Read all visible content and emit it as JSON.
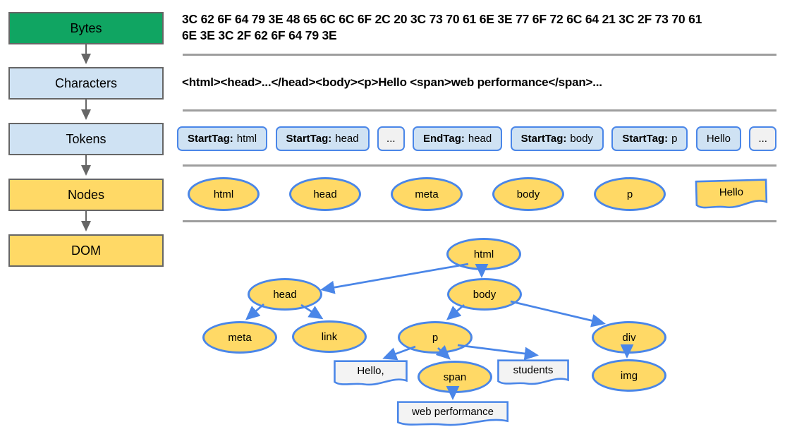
{
  "pipeline": {
    "stages": [
      {
        "id": "bytes",
        "label": "Bytes"
      },
      {
        "id": "characters",
        "label": "Characters"
      },
      {
        "id": "tokens",
        "label": "Tokens"
      },
      {
        "id": "nodes",
        "label": "Nodes"
      },
      {
        "id": "dom",
        "label": "DOM"
      }
    ]
  },
  "bytes_row": {
    "lines": [
      "3C 62 6F 64 79 3E 48 65 6C 6C 6F 2C 20 3C 73 70 61 6E 3E 77 6F 72 6C 64 21 3C 2F 73 70 61",
      "6E 3E 3C 2F 62 6F 64 79 3E"
    ]
  },
  "characters_row": {
    "text": "<html><head>...</head><body><p>Hello <span>web performance</span>..."
  },
  "tokens_row": {
    "tokens": [
      {
        "label": "StartTag:",
        "value": "html",
        "variant": "tag"
      },
      {
        "label": "StartTag:",
        "value": "head",
        "variant": "tag"
      },
      {
        "label": "",
        "value": "...",
        "variant": "ellipsis"
      },
      {
        "label": "EndTag:",
        "value": "head",
        "variant": "tag"
      },
      {
        "label": "StartTag:",
        "value": "body",
        "variant": "tag"
      },
      {
        "label": "StartTag:",
        "value": "p",
        "variant": "tag"
      },
      {
        "label": "",
        "value": "Hello",
        "variant": "text"
      },
      {
        "label": "",
        "value": "...",
        "variant": "ellipsis"
      }
    ]
  },
  "nodes_row": {
    "nodes": [
      {
        "label": "html",
        "shape": "ellipse"
      },
      {
        "label": "head",
        "shape": "ellipse"
      },
      {
        "label": "meta",
        "shape": "ellipse"
      },
      {
        "label": "body",
        "shape": "ellipse"
      },
      {
        "label": "p",
        "shape": "ellipse"
      },
      {
        "label": "Hello",
        "shape": "document"
      }
    ]
  },
  "dom_tree": {
    "labels": {
      "html": "html",
      "head": "head",
      "body": "body",
      "meta": "meta",
      "link": "link",
      "p": "p",
      "div": "div",
      "hello": "Hello,",
      "span": "span",
      "students": "students",
      "img": "img",
      "webperf": "web performance"
    },
    "element_nodes": [
      "html",
      "head",
      "body",
      "meta",
      "link",
      "p",
      "div",
      "span",
      "img"
    ],
    "text_nodes": [
      "hello",
      "students",
      "webperf"
    ],
    "edges": [
      [
        "html",
        "head"
      ],
      [
        "html",
        "body"
      ],
      [
        "head",
        "meta"
      ],
      [
        "head",
        "link"
      ],
      [
        "body",
        "p"
      ],
      [
        "body",
        "div"
      ],
      [
        "p",
        "hello"
      ],
      [
        "p",
        "span"
      ],
      [
        "p",
        "students"
      ],
      [
        "span",
        "webperf"
      ],
      [
        "div",
        "img"
      ]
    ]
  },
  "colors": {
    "bytes_fill": "#10a562",
    "stage_blue_fill": "#cfe2f3",
    "stage_yellow_fill": "#ffd966",
    "stage_border": "#666666",
    "token_border": "#4a86e8",
    "token_fill": "#cfe2f3",
    "ellipsis_fill": "#f1f1f1",
    "node_fill": "#ffd966",
    "node_border": "#4a86e8",
    "textnode_fill": "#f3f3f3",
    "arrow_gray": "#666666",
    "arrow_blue": "#4a86e8",
    "divider": "#9e9e9e"
  }
}
